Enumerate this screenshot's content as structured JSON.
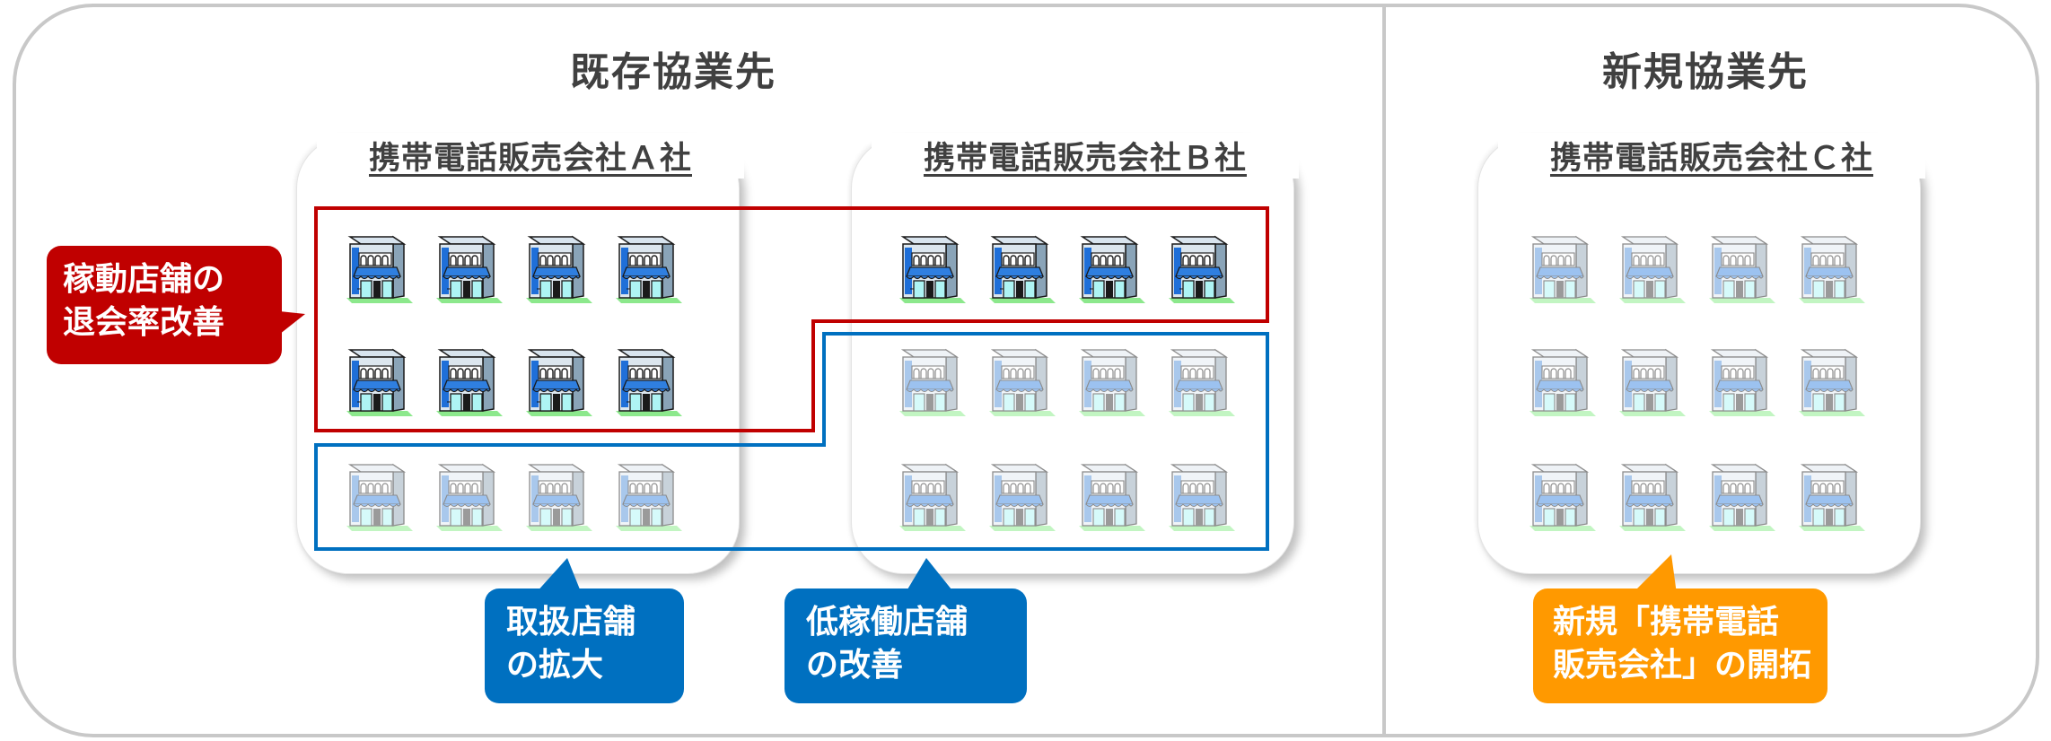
{
  "sections": {
    "existing_title": "既存協業先",
    "new_title": "新規協業先"
  },
  "companies": [
    {
      "label": "携帯電話販売会社Ａ社"
    },
    {
      "label": "携帯電話販売会社Ｂ社"
    },
    {
      "label": "携帯電話販売会社Ｃ社"
    }
  ],
  "callouts": {
    "retention": {
      "line1": "稼動店舗の",
      "line2": "退会率改善",
      "color": "#c00000"
    },
    "expand": {
      "line1": "取扱店舗",
      "line2": "の拡大",
      "color": "#0070c0"
    },
    "low_activity": {
      "line1": "低稼働店舗",
      "line2": "の改善",
      "color": "#0070c0"
    },
    "new_partner": {
      "line1": "新規「携帯電話",
      "line2": "販売会社」の開拓",
      "color": "#ff9900"
    }
  },
  "colors": {
    "active_region": "#c00000",
    "expansion_region": "#0070c0",
    "border_gray": "#c8c8c8"
  },
  "icons": {
    "store_active": "store-active-icon",
    "store_inactive": "store-inactive-icon"
  }
}
